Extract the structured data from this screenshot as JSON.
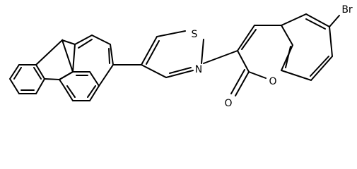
{
  "figure": {
    "atom_labels": {
      "sulfur": "S",
      "nitrogen": "N",
      "ring_oxygen": "O",
      "carbonyl_oxygen": "O",
      "bromine": "Br"
    },
    "colors": {
      "background": "#ffffff",
      "ink": "#000000"
    }
  }
}
